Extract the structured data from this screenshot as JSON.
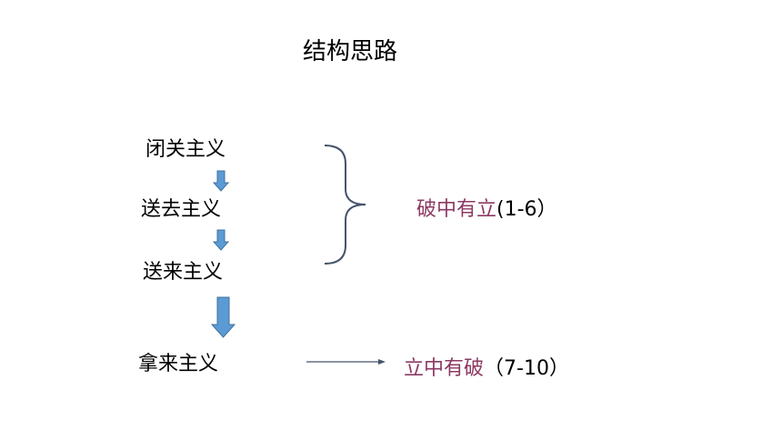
{
  "title": "结构思路",
  "stages": [
    "闭关主义",
    "送去主义",
    "送来主义",
    "拿来主义"
  ],
  "conclusions": {
    "break_then_build": {
      "zh": "破中有立",
      "range": "(1-6）"
    },
    "build_then_break": {
      "zh": "立中有破",
      "range": "（7-10）"
    }
  },
  "colors": {
    "arrow_fill": "#5b9bd5",
    "arrow_stroke": "#41719c",
    "accent_text": "#8c3a63",
    "line": "#44546a"
  }
}
